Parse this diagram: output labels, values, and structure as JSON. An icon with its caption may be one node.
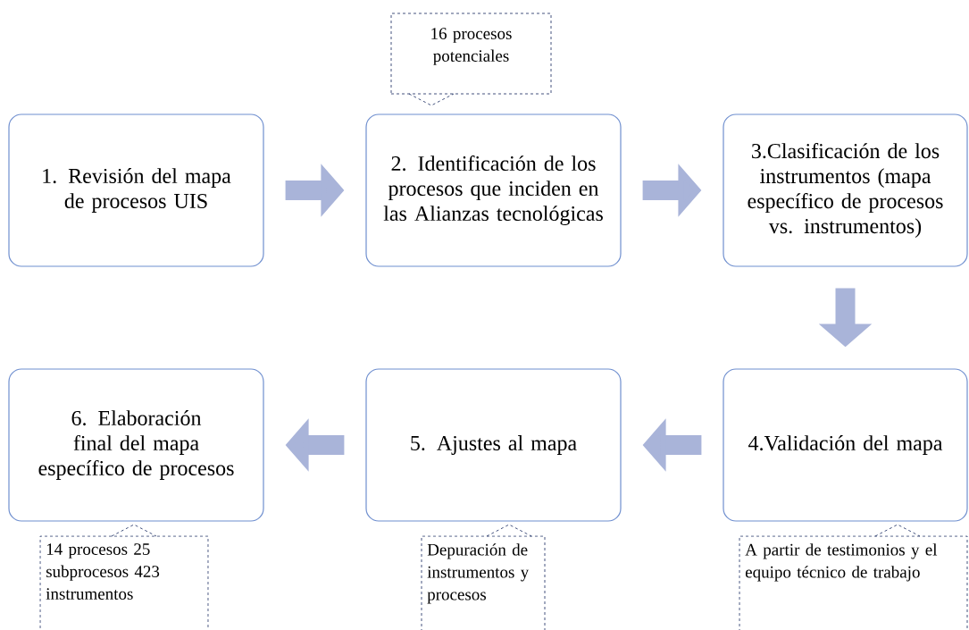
{
  "diagram": {
    "nodes": [
      {
        "text": [
          "1. Revisión del mapa de procesos UIS"
        ]
      },
      {
        "text": [
          "2. Identificación de los procesos que inciden en las Alianzas tecnológicas"
        ]
      },
      {
        "text": [
          "3.Clasificación de los instrumentos (mapa específico de procesos vs. instrumentos)"
        ]
      },
      {
        "text": [
          "4.Validación del mapa"
        ]
      },
      {
        "text": [
          "5. Ajustes al mapa"
        ]
      },
      {
        "text": [
          "6. Elaboración final del mapa específico de procesos"
        ]
      },
      {
        "text": [
          "16 procesos potenciales"
        ]
      },
      {
        "text": [
          "14 procesos 25 subprocesos 423 instrumentos"
        ]
      },
      {
        "text": [
          "Depuración de instrumentos y procesos"
        ]
      },
      {
        "text": [
          "A partir de testimonios y el equipo técnico de trabajo"
        ]
      }
    ],
    "edges": [
      {
        "from": 0,
        "to": 1,
        "arrow": "to"
      },
      {
        "from": 1,
        "to": 2,
        "arrow": "to"
      },
      {
        "from": 2,
        "to": 3,
        "arrow": "to"
      },
      {
        "from": 3,
        "to": 4,
        "arrow": "to"
      },
      {
        "from": 4,
        "to": 5,
        "arrow": "to"
      }
    ]
  }
}
